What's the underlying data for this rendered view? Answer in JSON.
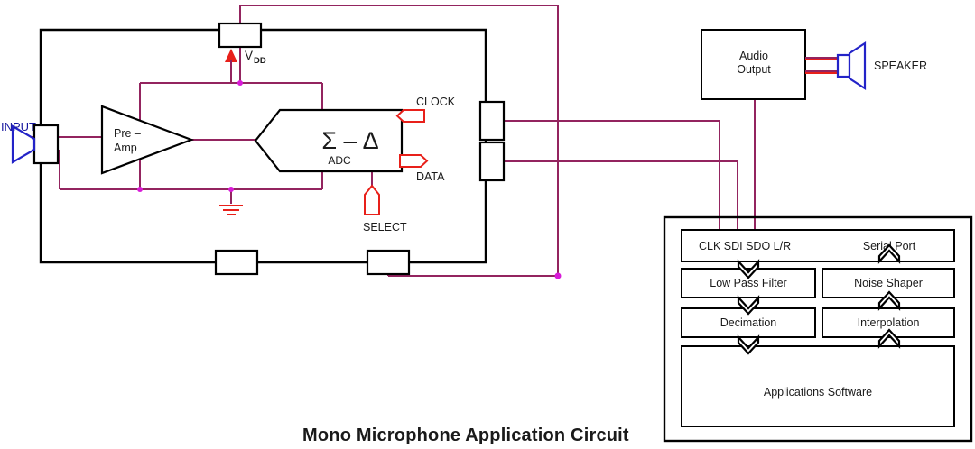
{
  "title": "Mono Microphone Application Circuit",
  "mic": {
    "input_label": "INPUT",
    "symbol": "microphone-symbol"
  },
  "chip": {
    "preamp": {
      "line1": "Pre –",
      "line2": "Amp"
    },
    "adc": {
      "symbol": "Σ – Δ",
      "sublabel": "ADC"
    },
    "pins": {
      "vdd": "V",
      "vdd_sub": "DD",
      "clock": "CLOCK",
      "data": "DATA",
      "select": "SELECT"
    }
  },
  "audio_output": {
    "line1": "Audio",
    "line2": "Output"
  },
  "speaker": {
    "label": "SPEAKER"
  },
  "dsp": {
    "serial_port": {
      "pins": "CLK SDI SDO  L/R",
      "name": "Serial Port"
    },
    "left_column": [
      "Low Pass Filter",
      "Decimation"
    ],
    "right_column": [
      "Noise Shaper",
      "Interpolation"
    ],
    "applications": "Applications Software"
  },
  "colors": {
    "wire": "#93245f",
    "signal_red": "#e8201a",
    "mic_blue": "#2323c8",
    "outline": "#000000",
    "junction": "#d81bd8"
  }
}
